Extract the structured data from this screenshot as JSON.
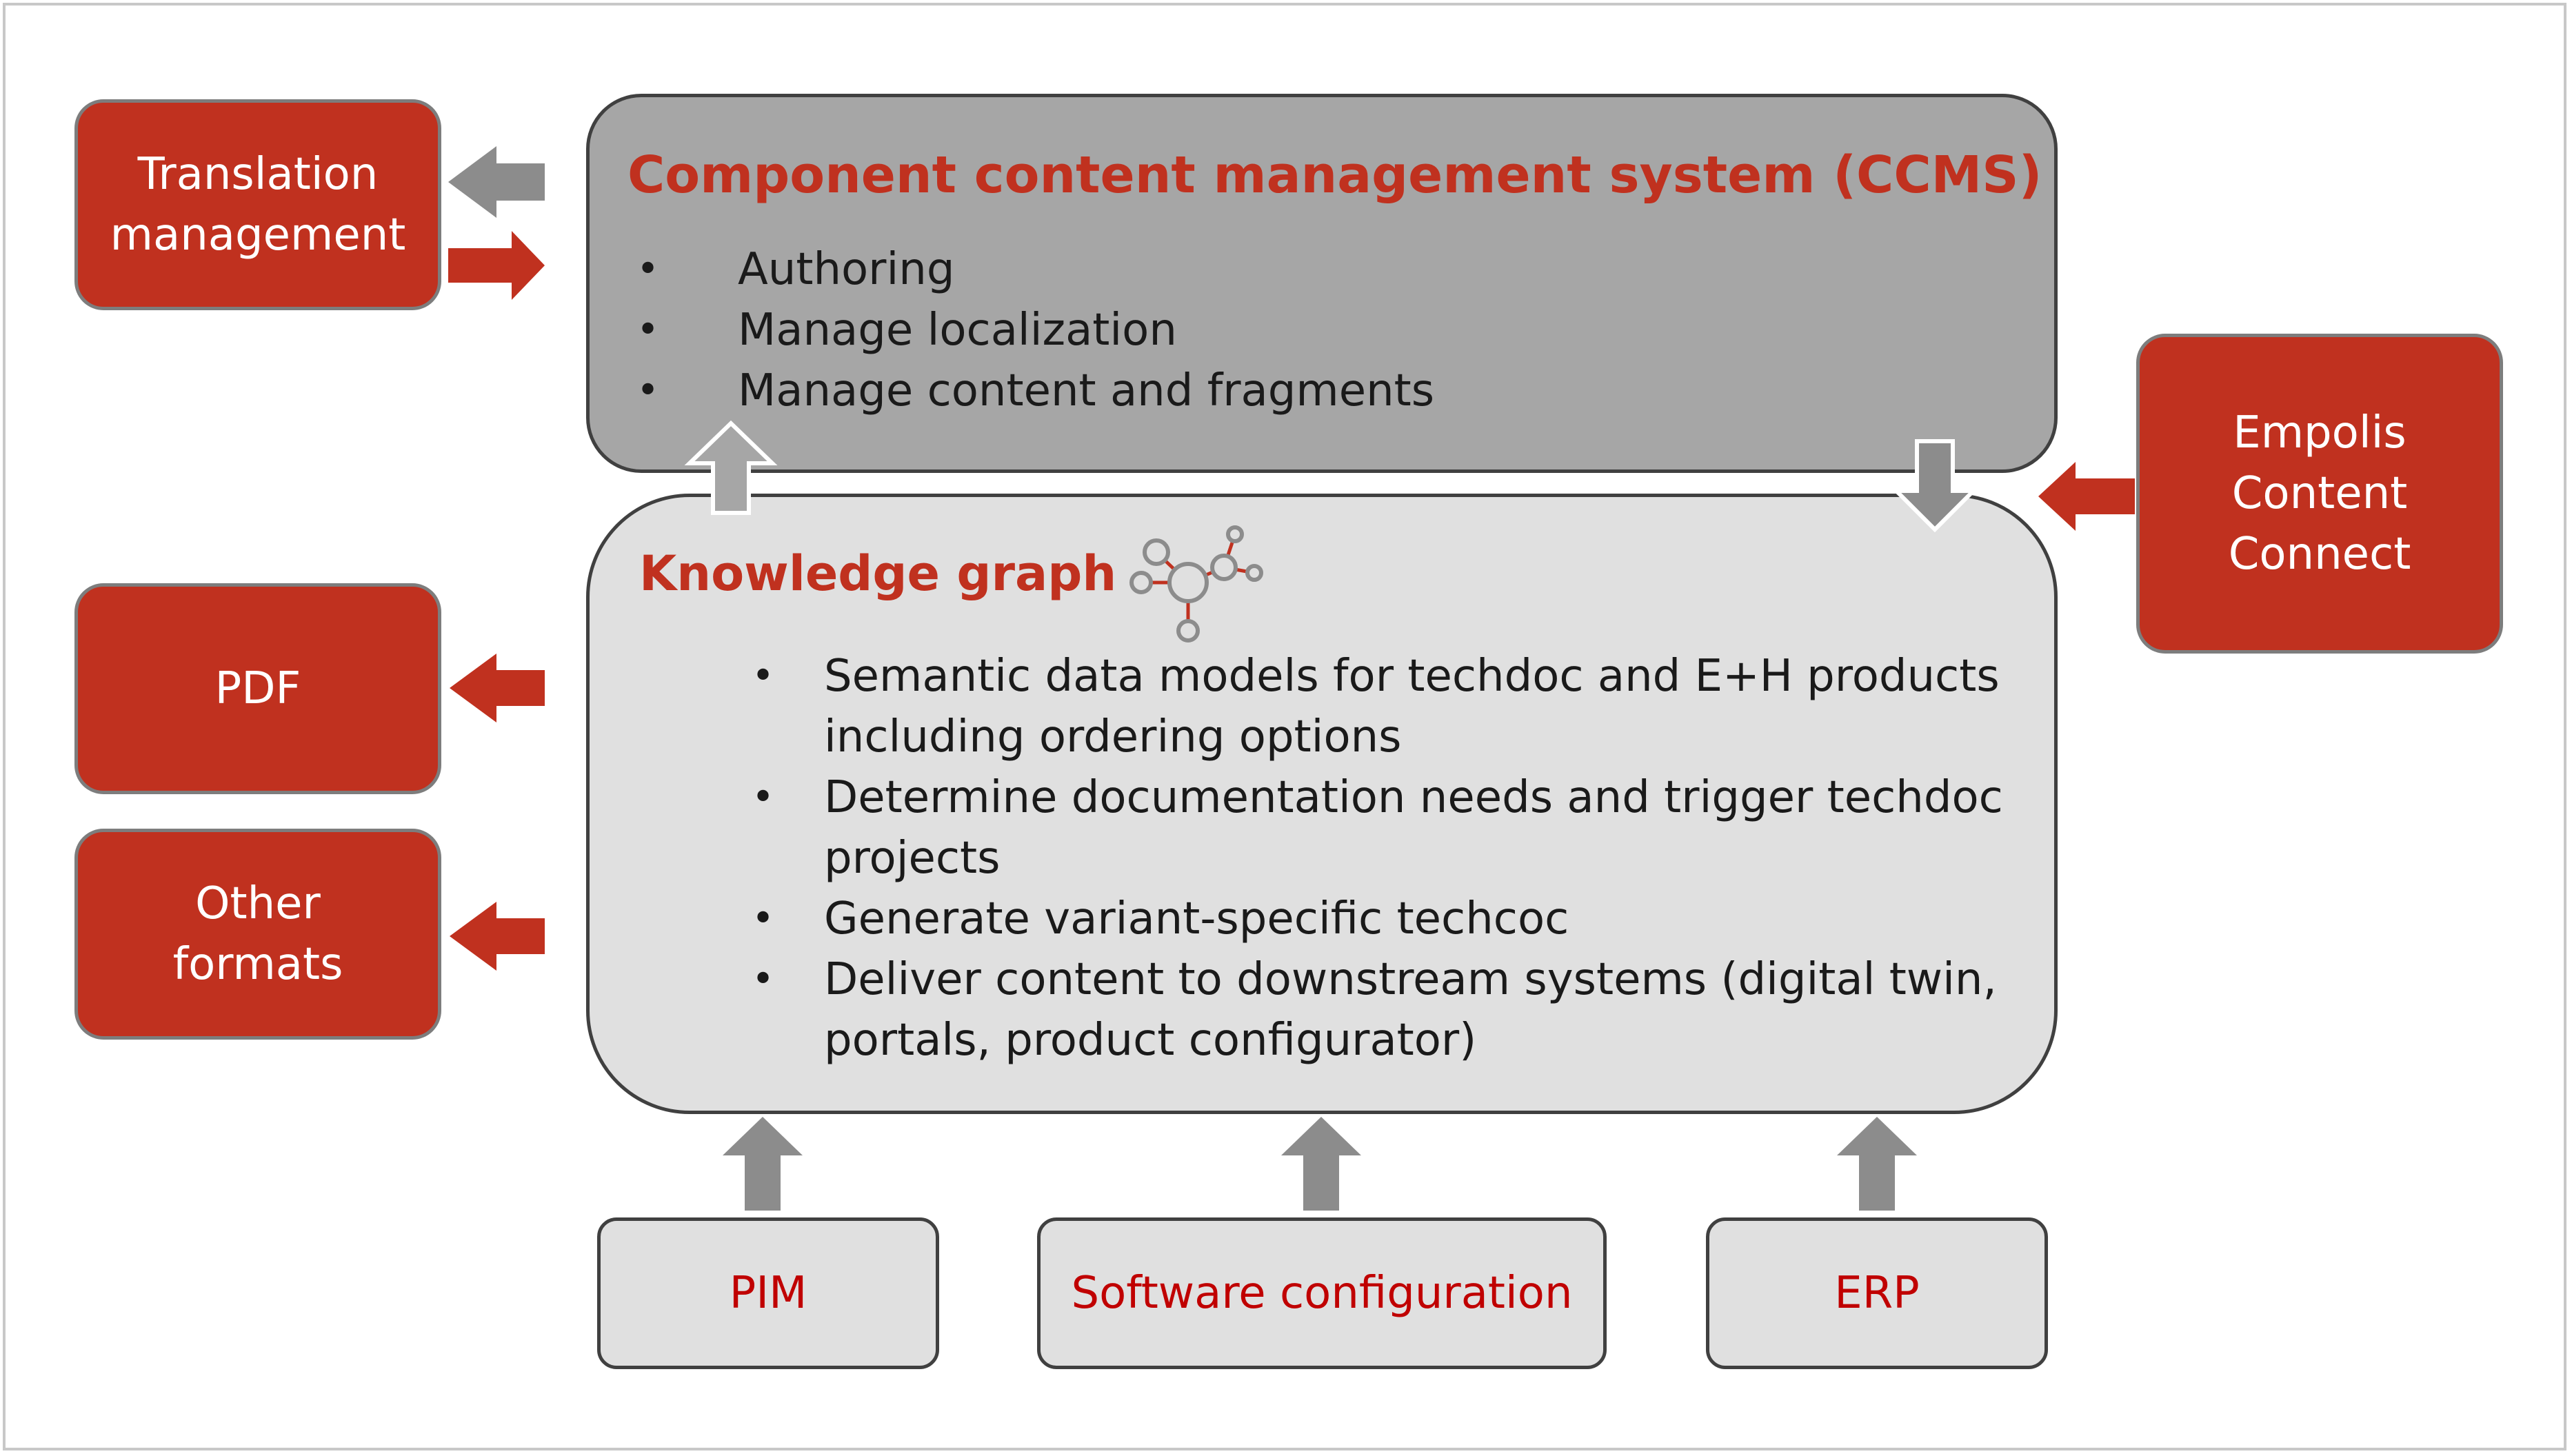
{
  "ccms": {
    "title": "Component content management system (CCMS)",
    "bullets": [
      "Authoring",
      "Manage localization",
      "Manage content and fragments"
    ]
  },
  "knowledge_graph": {
    "title": "Knowledge graph",
    "icon": "network-graph-icon",
    "bullets": [
      [
        "Semantic data models for techdoc and E+H products",
        "including ordering options"
      ],
      [
        "Determine documentation needs and trigger techdoc",
        "projects"
      ],
      [
        "Generate variant-specific techcoc"
      ],
      [
        "Deliver content to downstream systems (digital twin,",
        "portals, product configurator)"
      ]
    ]
  },
  "left_boxes": {
    "translation": [
      "Translation",
      "management"
    ],
    "pdf": [
      "PDF"
    ],
    "other": [
      "Other",
      "formats"
    ]
  },
  "right_box": {
    "empolis": [
      "Empolis",
      "Content",
      "Connect"
    ]
  },
  "sources": {
    "pim": "PIM",
    "software": "Software configuration",
    "erp": "ERP"
  },
  "colors": {
    "accent_red": "#c0311f",
    "arrow_gray": "#8c8c8c",
    "ccms_fill": "#a6a6a6",
    "kg_fill": "#e0e0e0"
  }
}
